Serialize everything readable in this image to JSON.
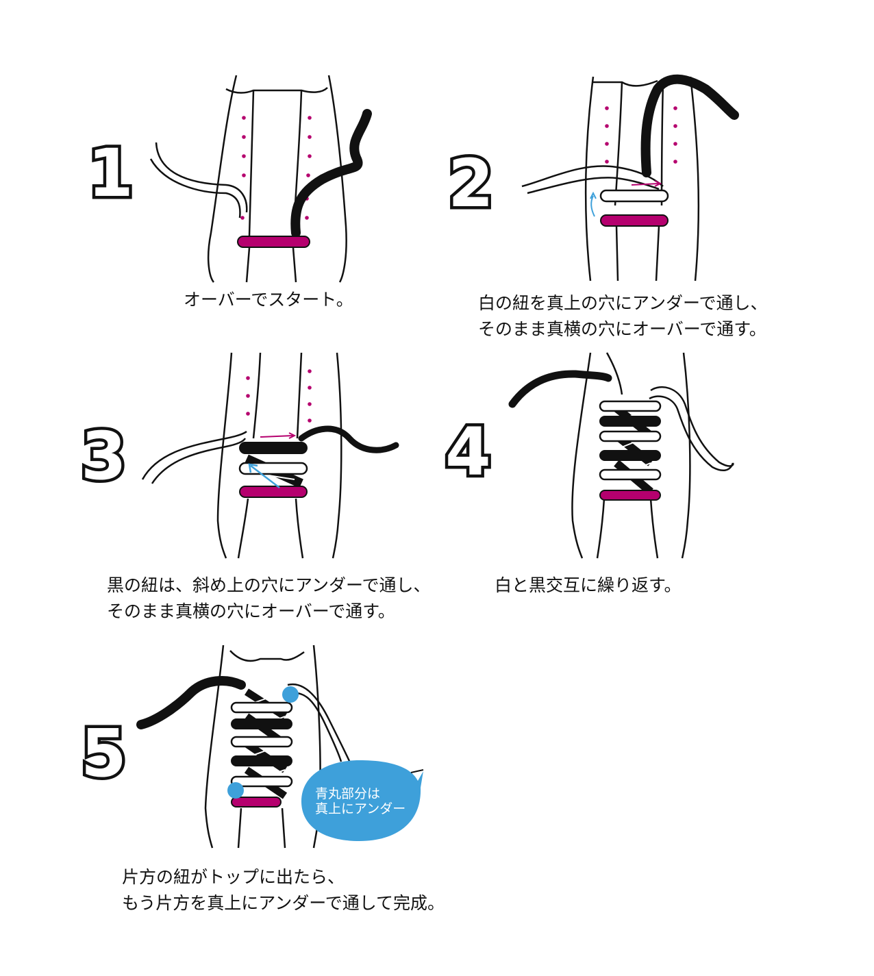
{
  "colors": {
    "magenta": "#b5006e",
    "black": "#111111",
    "blue": "#3ea0da",
    "white": "#ffffff"
  },
  "steps": [
    {
      "number": "1",
      "caption": "オーバーでスタート。"
    },
    {
      "number": "2",
      "caption": "白の紐を真上の穴にアンダーで通し、\nそのまま真横の穴にオーバーで通す。"
    },
    {
      "number": "3",
      "caption": "黒の紐は、斜め上の穴にアンダーで通し、\nそのまま真横の穴にオーバーで通す。"
    },
    {
      "number": "4",
      "caption": "白と黒交互に繰り返す。"
    },
    {
      "number": "5",
      "caption": "片方の紐がトップに出たら、\nもう片方を真上にアンダーで通して完成。"
    }
  ],
  "note_bubble": {
    "text": "青丸部分は\n真上にアンダー"
  }
}
